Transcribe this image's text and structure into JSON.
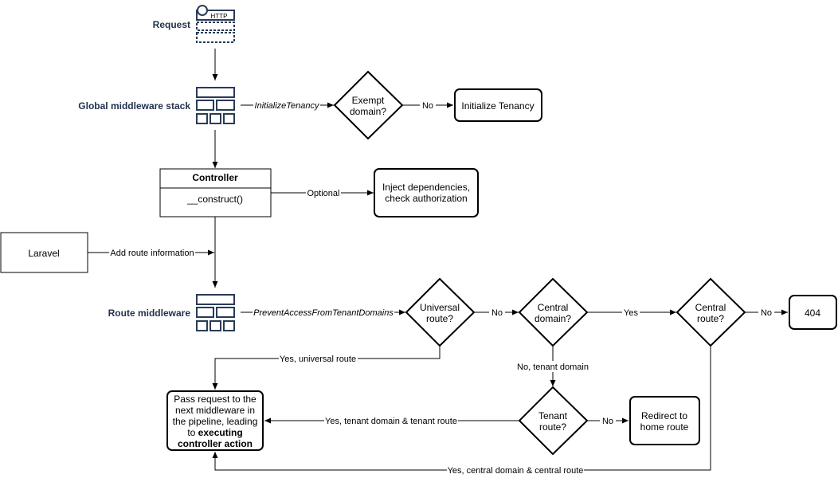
{
  "lanes": {
    "request": "Request",
    "global": "Global middleware stack",
    "route": "Route middleware"
  },
  "icons": {
    "http_label": "HTTP",
    "request_icon": "http-request-icon",
    "stack_icon": "middleware-stack-icon"
  },
  "controller": {
    "title": "Controller",
    "method": "__construct()"
  },
  "laravel": "Laravel",
  "nodes": {
    "exempt": [
      "Exempt",
      "domain?"
    ],
    "init_tenancy": "Initialize Tenancy",
    "inject": [
      "Inject dependencies,",
      "check authorization"
    ],
    "universal": [
      "Universal",
      "route?"
    ],
    "central_domain": [
      "Central",
      "domain?"
    ],
    "central_route": [
      "Central",
      "route?"
    ],
    "not_found": "404",
    "tenant_route": [
      "Tenant",
      "route?"
    ],
    "redirect": [
      "Redirect to",
      "home route"
    ],
    "pass": {
      "l1": "Pass request to the",
      "l2": "next middleware in",
      "l3": "the pipeline, leading",
      "l4_pre": "to",
      "l4_bold": "executing",
      "l5": "controller action"
    }
  },
  "edges": {
    "init_tenancy_mw": "InitializeTenancy",
    "no1": "No",
    "optional": "Optional",
    "add_route_info": "Add route information",
    "prevent_access_mw": "PreventAccessFromTenantDomains",
    "no2": "No",
    "yes": "Yes",
    "no3": "No",
    "yes_universal": "Yes, universal route",
    "no_tenant_domain": "No, tenant domain",
    "yes_tenant": "Yes, tenant domain & tenant route",
    "no4": "No",
    "yes_central": "Yes, central domain & central route"
  }
}
